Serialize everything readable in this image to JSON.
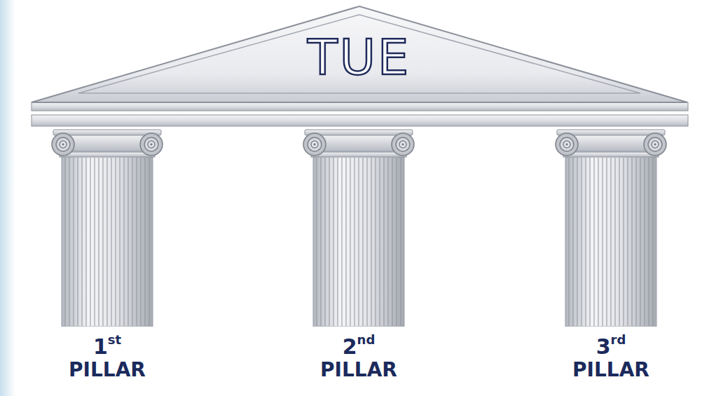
{
  "diagram": {
    "nodes": [
      {
        "text": [
          "TUE"
        ]
      },
      {
        "text": [
          "1st",
          "PILLAR"
        ]
      },
      {
        "text": [
          "2nd",
          "PILLAR"
        ]
      },
      {
        "text": [
          "3rd",
          "PILLAR"
        ]
      }
    ]
  }
}
